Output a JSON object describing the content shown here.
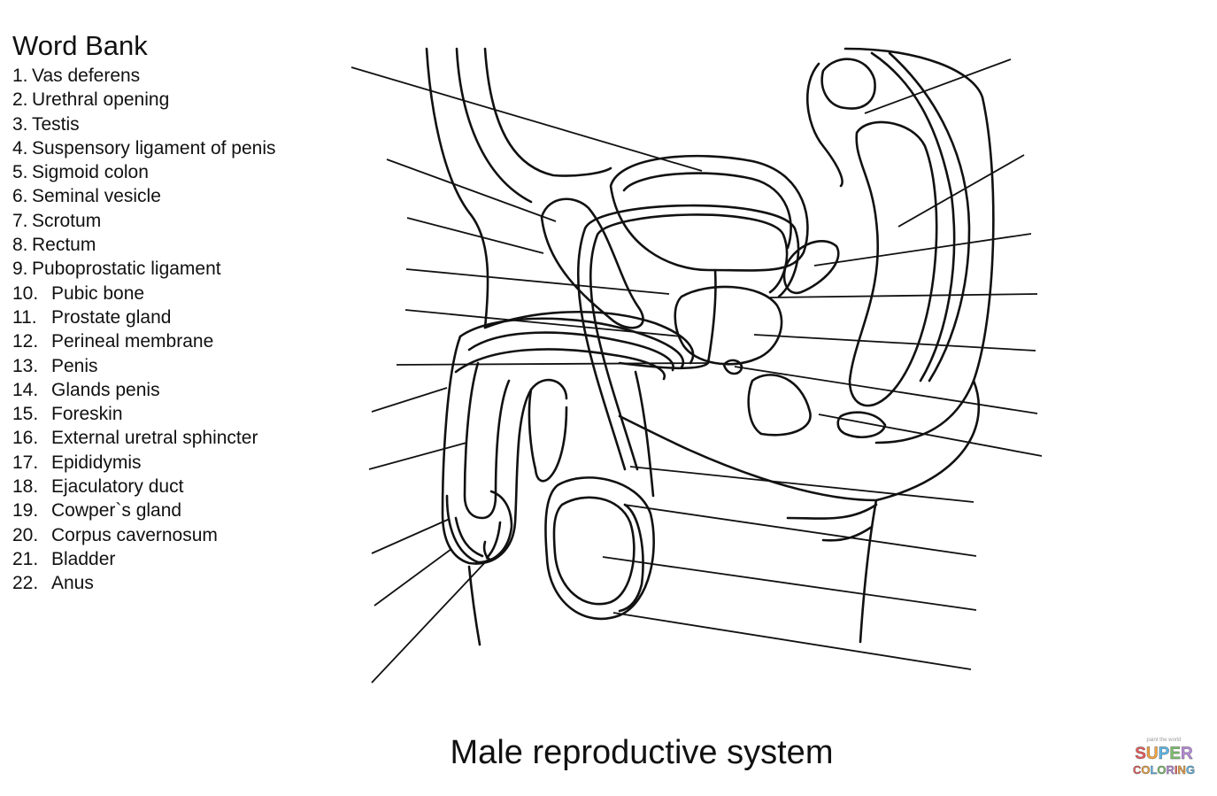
{
  "word_bank": {
    "title": "Word Bank",
    "items": [
      {
        "num": "1.",
        "label": "Vas deferens"
      },
      {
        "num": "2.",
        "label": "Urethral opening"
      },
      {
        "num": "3.",
        "label": "Testis"
      },
      {
        "num": "4.",
        "label": "Suspensory ligament of penis"
      },
      {
        "num": "5.",
        "label": "Sigmoid colon"
      },
      {
        "num": "6.",
        "label": "Seminal vesicle"
      },
      {
        "num": "7.",
        "label": "Scrotum"
      },
      {
        "num": "8.",
        "label": "Rectum"
      },
      {
        "num": "9.",
        "label": "Puboprostatic ligament"
      },
      {
        "num": "10.",
        "label": "Pubic bone"
      },
      {
        "num": "11.",
        "label": "Prostate gland"
      },
      {
        "num": "12.",
        "label": "Perineal membrane"
      },
      {
        "num": "13.",
        "label": "Penis"
      },
      {
        "num": "14.",
        "label": "Glands penis"
      },
      {
        "num": "15.",
        "label": "Foreskin"
      },
      {
        "num": "16.",
        "label": "External uretral sphincter"
      },
      {
        "num": "17.",
        "label": "Epididymis"
      },
      {
        "num": "18.",
        "label": "Ejaculatory duct"
      },
      {
        "num": "19.",
        "label": "Cowper`s gland"
      },
      {
        "num": "20.",
        "label": "Corpus cavernosum"
      },
      {
        "num": "21.",
        "label": "Bladder"
      },
      {
        "num": "22.",
        "label": "Anus"
      }
    ]
  },
  "caption": "Male reproductive system",
  "logo": {
    "tagline": "paint the world",
    "word1": "SUPER",
    "word2": "COLORING",
    "colors": [
      "#e85a5a",
      "#f2a33a",
      "#5bb8e8",
      "#7ac06a",
      "#b78ad8"
    ]
  }
}
